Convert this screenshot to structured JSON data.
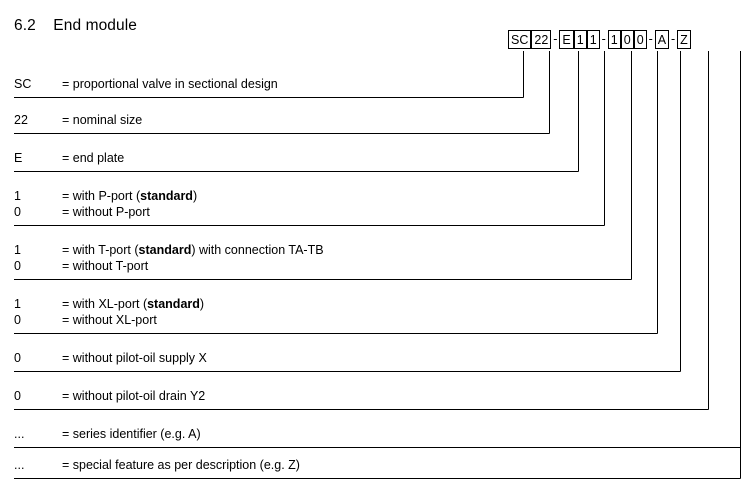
{
  "heading": {
    "number": "6.2",
    "title": "End module"
  },
  "code_string": {
    "segments": [
      {
        "type": "box",
        "value": "SC",
        "wide": true
      },
      {
        "type": "box",
        "value": "22",
        "wide": true
      },
      {
        "type": "sep",
        "value": "-"
      },
      {
        "type": "box",
        "value": "E",
        "wide": false
      },
      {
        "type": "box",
        "value": "1",
        "wide": false
      },
      {
        "type": "box",
        "value": "1",
        "wide": false
      },
      {
        "type": "sep",
        "value": "-"
      },
      {
        "type": "box",
        "value": "1",
        "wide": false
      },
      {
        "type": "box",
        "value": "0",
        "wide": false
      },
      {
        "type": "box",
        "value": "0",
        "wide": false
      },
      {
        "type": "sep",
        "value": "-"
      },
      {
        "type": "box",
        "value": "A",
        "wide": false
      },
      {
        "type": "sep",
        "value": "-"
      },
      {
        "type": "box",
        "value": "Z",
        "wide": false
      }
    ]
  },
  "legend": {
    "rows": [
      {
        "lines": [
          {
            "code": "SC",
            "desc_pre": "= proportional valve in sectional design",
            "desc_bold": "",
            "desc_post": ""
          }
        ]
      },
      {
        "lines": [
          {
            "code": "22",
            "desc_pre": "= nominal size",
            "desc_bold": "",
            "desc_post": ""
          }
        ]
      },
      {
        "lines": [
          {
            "code": "E",
            "desc_pre": "= end plate",
            "desc_bold": "",
            "desc_post": ""
          }
        ]
      },
      {
        "lines": [
          {
            "code": "1",
            "desc_pre": "= with P-port (",
            "desc_bold": "standard",
            "desc_post": ")"
          },
          {
            "code": "0",
            "desc_pre": "= without P-port",
            "desc_bold": "",
            "desc_post": ""
          }
        ]
      },
      {
        "lines": [
          {
            "code": "1",
            "desc_pre": "= with T-port (",
            "desc_bold": "standard",
            "desc_post": ") with connection TA-TB"
          },
          {
            "code": "0",
            "desc_pre": "= without T-port",
            "desc_bold": "",
            "desc_post": ""
          }
        ]
      },
      {
        "lines": [
          {
            "code": "1",
            "desc_pre": "= with XL-port (",
            "desc_bold": "standard",
            "desc_post": ")"
          },
          {
            "code": "0",
            "desc_pre": "= without XL-port",
            "desc_bold": "",
            "desc_post": ""
          }
        ]
      },
      {
        "lines": [
          {
            "code": "0",
            "desc_pre": "= without pilot-oil supply X",
            "desc_bold": "",
            "desc_post": ""
          }
        ]
      },
      {
        "lines": [
          {
            "code": "0",
            "desc_pre": "= without pilot-oil drain Y2",
            "desc_bold": "",
            "desc_post": ""
          }
        ]
      },
      {
        "lines": [
          {
            "code": "...",
            "desc_pre": "= series identifier (e.g. A)",
            "desc_bold": "",
            "desc_post": ""
          }
        ]
      },
      {
        "lines": [
          {
            "code": "...",
            "desc_pre": "= special feature as per description (e.g. Z)",
            "desc_bold": "",
            "desc_post": ""
          }
        ]
      }
    ]
  },
  "layout": {
    "row_text_tops": [
      76,
      112,
      150,
      188,
      242,
      296,
      350,
      388,
      426,
      457
    ],
    "rule_y": [
      97,
      133,
      171,
      225,
      279,
      333,
      371,
      409,
      447,
      478
    ],
    "rule_x_end": [
      523,
      549,
      578,
      604,
      631,
      657,
      680,
      708,
      740,
      740
    ],
    "rule_x_start": 14,
    "tick_x": [
      523,
      549,
      578,
      604,
      631,
      657,
      680,
      708,
      740
    ],
    "tick_top": 51,
    "tick_bottom": 62
  },
  "colors": {
    "ink": "#000000",
    "paper": "#ffffff"
  },
  "icons": {
    "separator": "dash-separator-icon"
  }
}
